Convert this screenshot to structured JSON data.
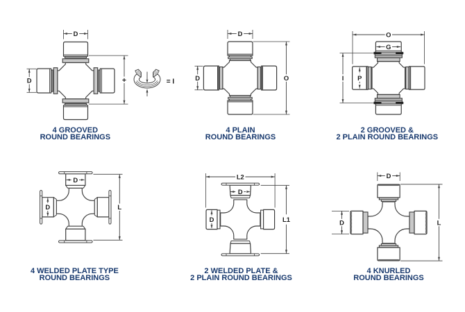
{
  "page": {
    "background": "#ffffff"
  },
  "colors": {
    "caption_text": "#17386d",
    "outline": "#3c3c3c",
    "dim_line": "#3f3f3f",
    "dim_text": "#1a1a1a",
    "fill_light_gray": "#c9c9c9",
    "fill_black": "#141414",
    "fill_white": "#ffffff"
  },
  "figures": [
    {
      "id": "four-grooved-round-bearings",
      "caption_line1": "4 GROOVED",
      "caption_line2": "ROUND BEARINGS",
      "icon": "snap-ring-icon",
      "labels": {
        "top_dim": "D",
        "left_dim": "D",
        "plus": "+",
        "equals": "= I"
      }
    },
    {
      "id": "four-plain-round-bearings",
      "caption_line1": "4 PLAIN",
      "caption_line2": "ROUND BEARINGS",
      "labels": {
        "top_dim": "D",
        "left_dim": "D",
        "right_dim": "O"
      }
    },
    {
      "id": "two-grooved-two-plain-round-bearings",
      "caption_line1": "2 GROOVED &",
      "caption_line2": "2 PLAIN ROUND BEARINGS",
      "labels": {
        "top_dim": "O",
        "cup_dim": "G",
        "left_dim": "I",
        "cup_left_dim": "P"
      }
    },
    {
      "id": "four-welded-plate-type-round-bearings",
      "caption_line1": "4 WELDED PLATE TYPE",
      "caption_line2": "ROUND BEARINGS",
      "labels": {
        "top_dim": "D",
        "left_dim": "D",
        "right_dim": "L"
      }
    },
    {
      "id": "two-welded-plate-two-plain-round-bearings",
      "caption_line1": "2 WELDED PLATE &",
      "caption_line2": "2 PLAIN ROUND BEARINGS",
      "labels": {
        "top_dim": "L2",
        "cup_dim": "D",
        "left_dim": "D",
        "right_dim": "L1"
      }
    },
    {
      "id": "four-knurled-round-bearings",
      "caption_line1": "4 KNURLED",
      "caption_line2": "ROUND BEARINGS",
      "labels": {
        "top_dim": "D",
        "left_dim": "D",
        "right_dim": "L"
      }
    }
  ]
}
